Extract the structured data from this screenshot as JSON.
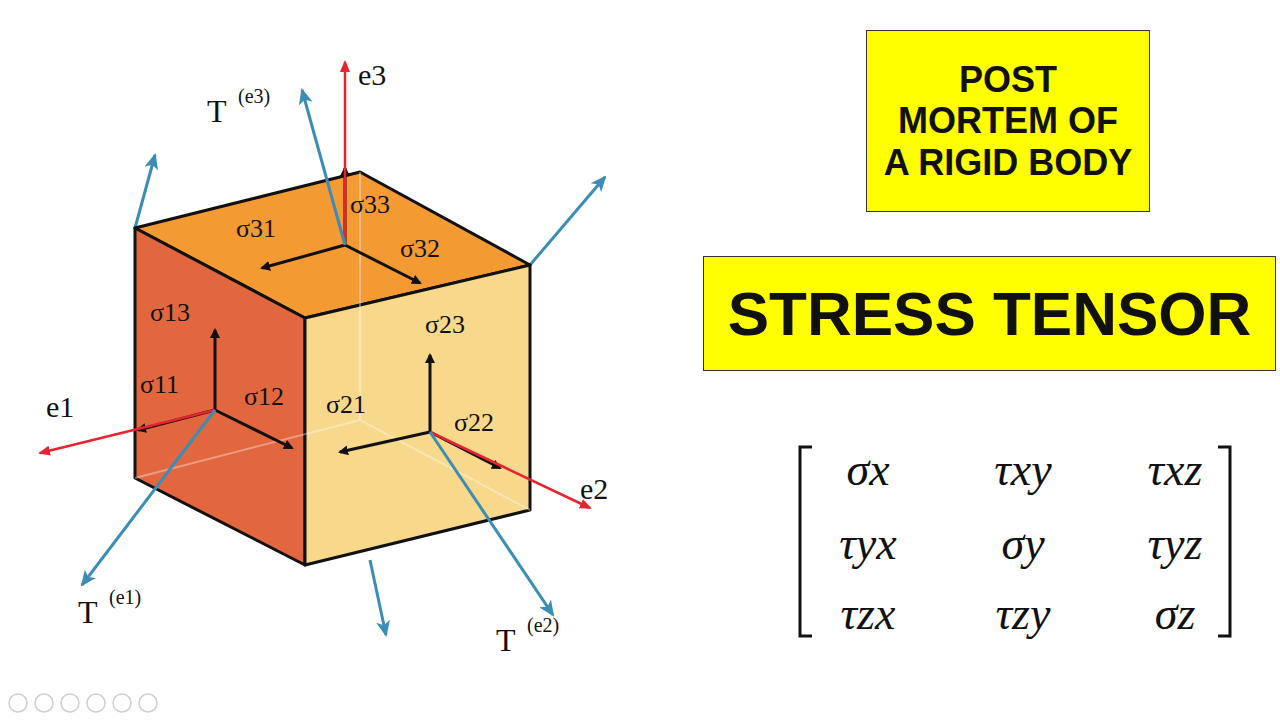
{
  "diagram": {
    "nodes": [
      {
        "text": [
          "POST MORTEM OF A RIGID BODY"
        ]
      },
      {
        "text": [
          "STRESS TENSOR"
        ]
      }
    ],
    "labels": [
      "T",
      "(e3)",
      "e3",
      "σ31",
      "σ33",
      "σ32",
      "σ13",
      "σ23",
      "σ11",
      "σ12",
      "σ21",
      "σ22",
      "e1",
      "e2",
      "T",
      "(e1)",
      "T",
      "(e2)",
      "σx",
      "τxy",
      "τxz",
      "τyx",
      "σy",
      "τyz",
      "τzx",
      "τzy",
      "σz"
    ]
  }
}
